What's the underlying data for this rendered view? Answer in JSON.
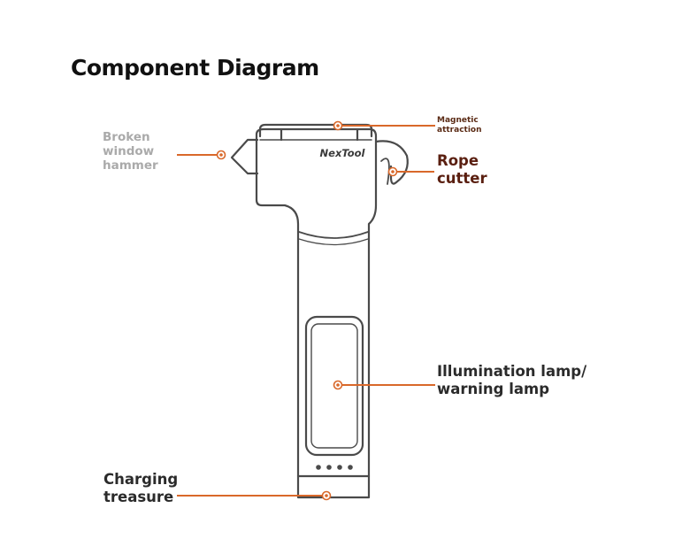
{
  "title": "Component Diagram",
  "brand": "NexTool",
  "colors": {
    "accent": "#d9682a",
    "outline": "#4a4a4a",
    "label_dark": "#2b2b2b",
    "label_brown": "#5a1f10",
    "label_grey": "#aaaaaa"
  },
  "labels": {
    "hammer": [
      "Broken",
      "window",
      "hammer"
    ],
    "magnet": [
      "Magnetic",
      "attraction"
    ],
    "rope": [
      "Rope",
      "cutter"
    ],
    "lamp": [
      "Illumination lamp/",
      "warning lamp"
    ],
    "charge": [
      "Charging",
      "treasure"
    ]
  }
}
